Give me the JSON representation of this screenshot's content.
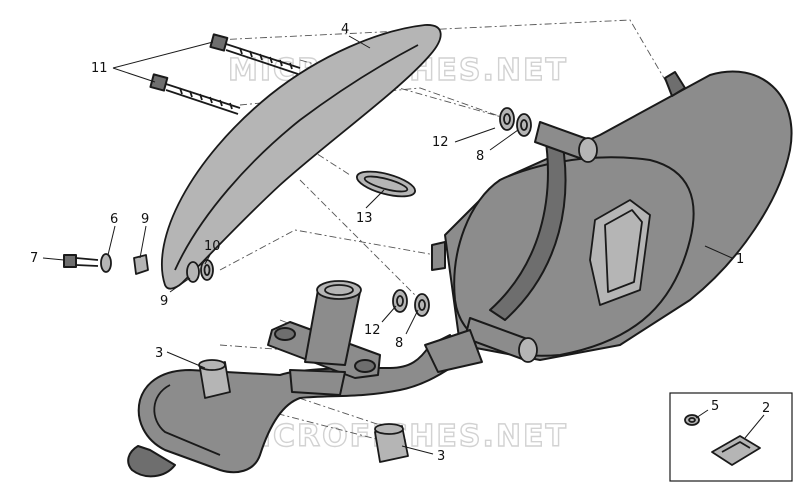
{
  "watermarks": [
    "MICROFICHES.NET",
    "MICROFICHES.NET"
  ],
  "callouts": {
    "c1": "1",
    "c2": "2",
    "c3a": "3",
    "c3b": "3",
    "c4": "4",
    "c5": "5",
    "c6": "6",
    "c7": "7",
    "c8a": "8",
    "c8b": "8",
    "c9a": "9",
    "c9b": "9",
    "c10": "10",
    "c11": "11",
    "c12a": "12",
    "c12b": "12",
    "c13": "13"
  },
  "colors": {
    "part_fill": "#8c8c8c",
    "outline": "#1a1a1a",
    "watermark": "#d2d2d2"
  }
}
